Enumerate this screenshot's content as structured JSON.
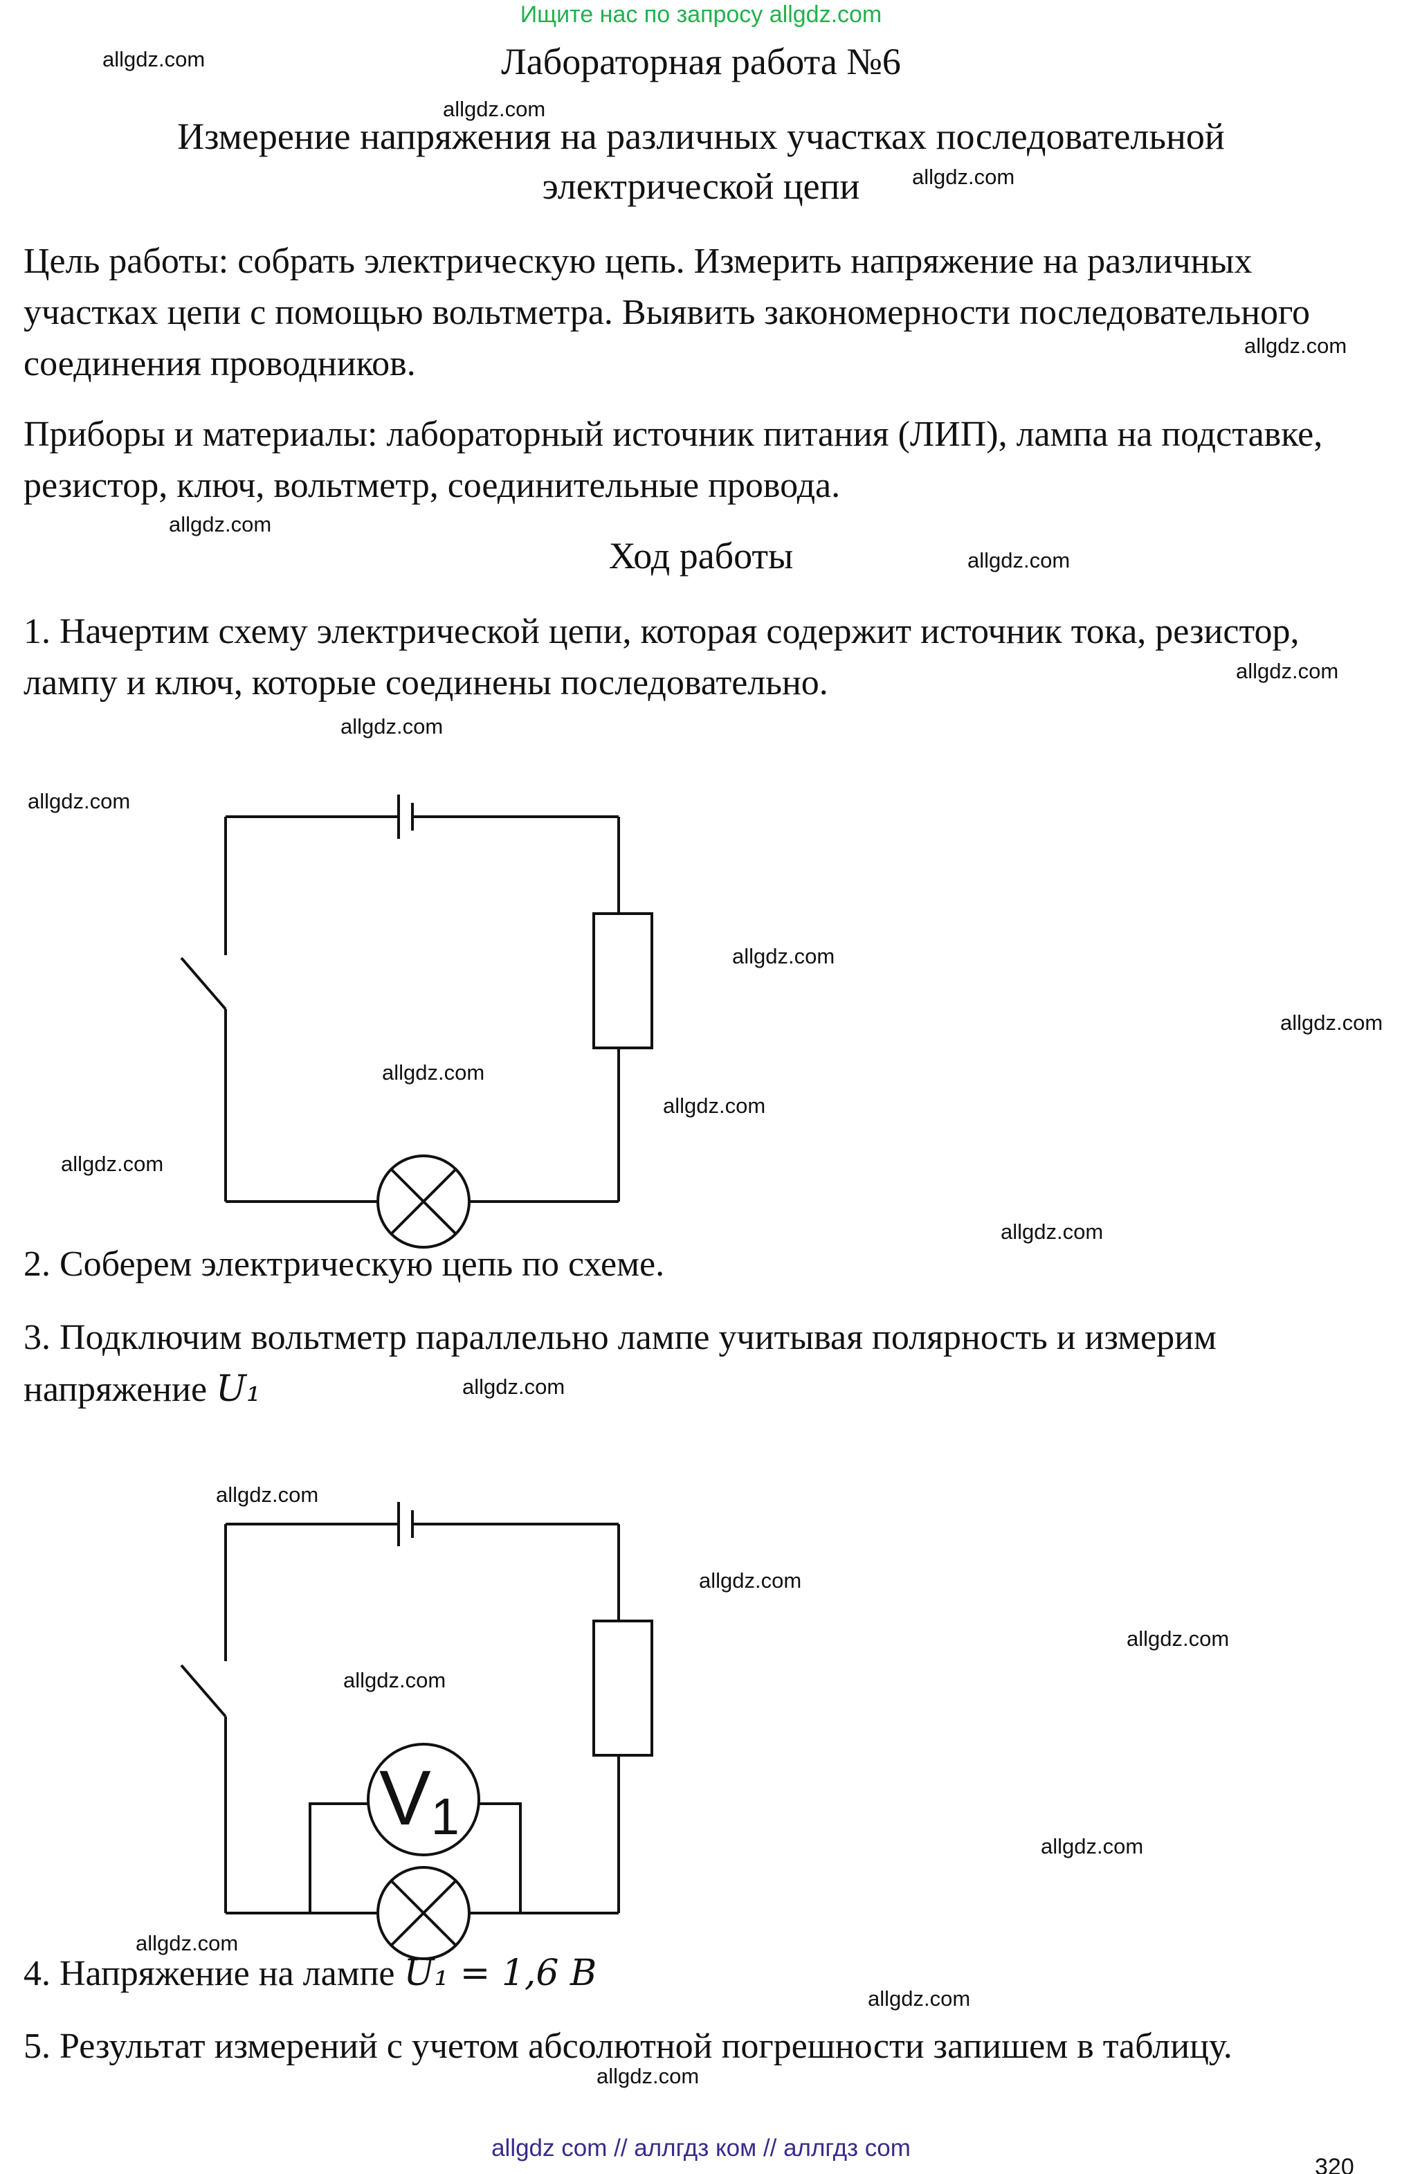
{
  "banner": "Ищите нас по запросу allgdz.com",
  "title": "Лабораторная работа №6",
  "subtitle_line1": "Измерение напряжения на различных участках последовательной",
  "subtitle_line2": "электрической цепи",
  "goal": "Цель работы: собрать электрическую цепь. Измерить напряжение на различных участках цепи с помощью вольтметра. Выявить закономерности последовательного соединения проводников.",
  "materials": "Приборы и материалы: лабораторный источник питания (ЛИП), лампа на подставке, резистор, ключ, вольтметр, соединительные провода.",
  "procedure_heading": "Ход работы",
  "step1": "1. Начертим схему электрической цепи, которая содержит источник тока, резистор, лампу и ключ, которые соединены последовательно.",
  "step2": "2. Соберем электрическую цепь по схеме.",
  "step3_text": "3. Подключим вольтметр параллельно лампе учитывая полярность и измерим напряжение ",
  "step3_math": "U₁",
  "step4_text": "4. Напряжение на лампе ",
  "step4_math": "U₁ = 1,6 В",
  "step5": "5. Результат измерений с учетом абсолютной погрешности запишем в таблицу.",
  "voltmeter_label": "V",
  "voltmeter_sub": "1",
  "watermark": "allgdz.com",
  "footer": "allgdz com  //  аллгдз ком  //  аллгдз com",
  "page_number": "320"
}
